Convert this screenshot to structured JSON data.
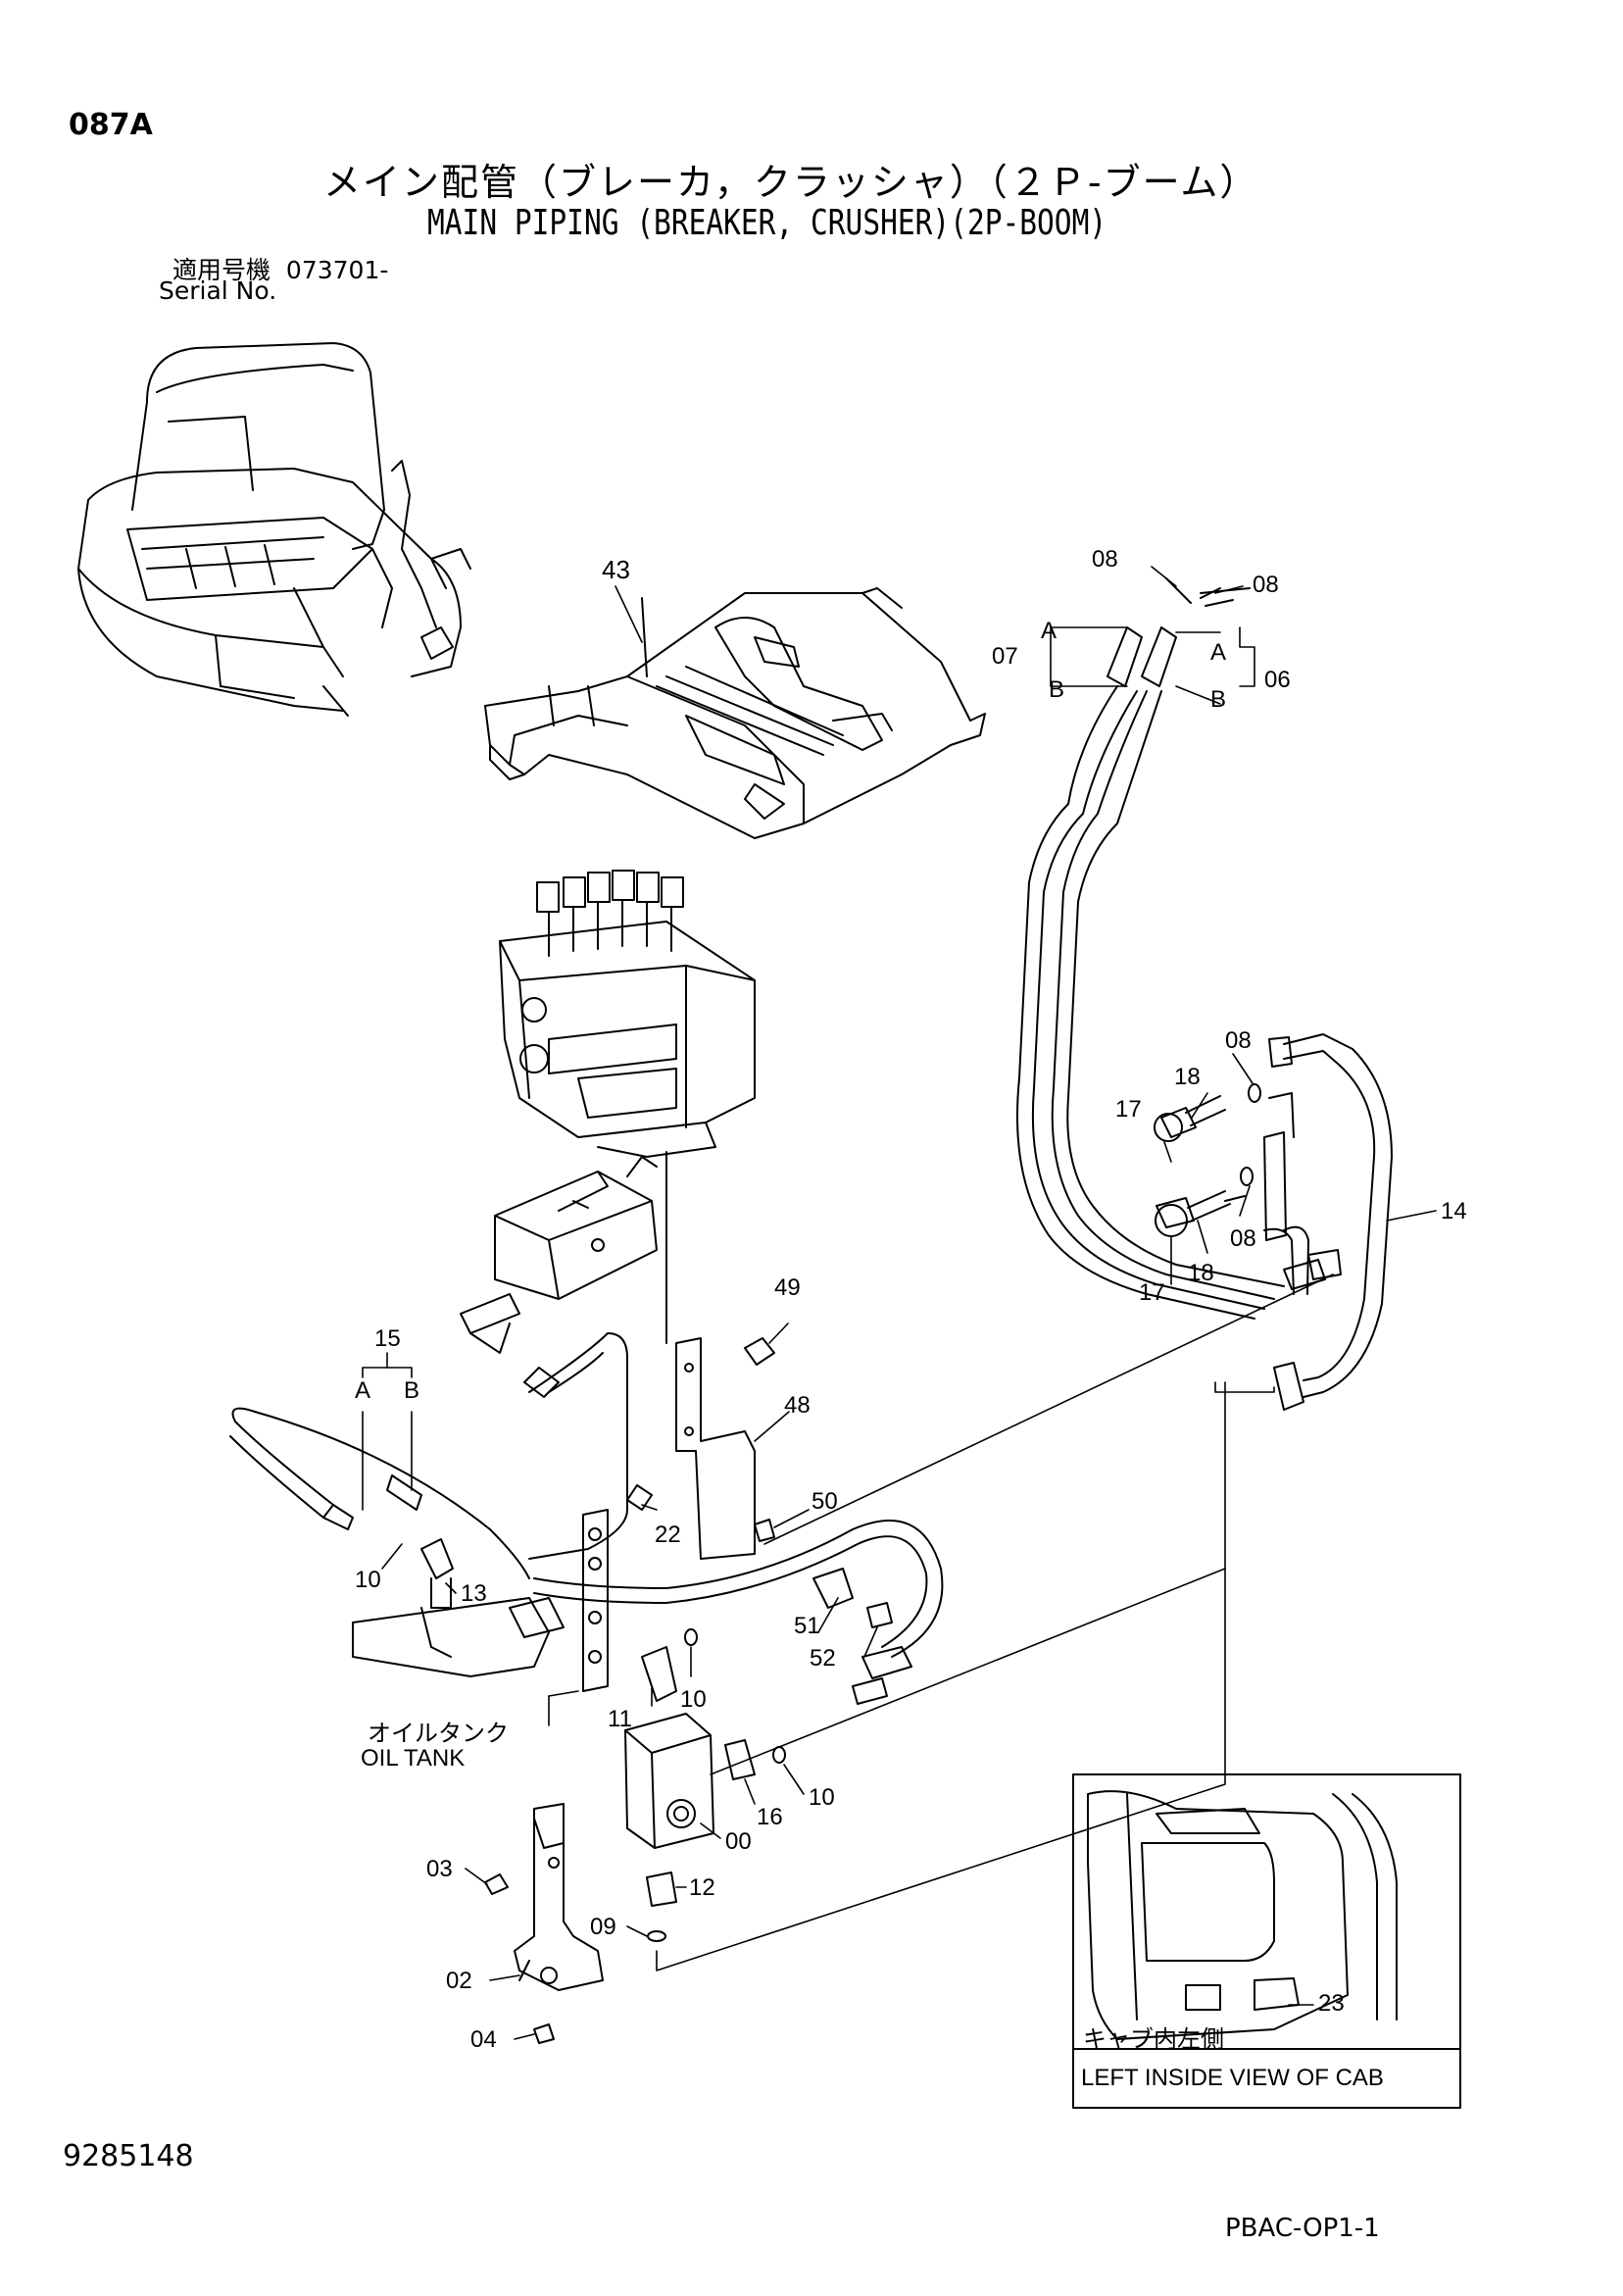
{
  "header": {
    "page_code": "087A",
    "title_jp": "メイン配管（ブレーカ，クラッシャ）（２Ｐ-ブーム）",
    "title_en": "MAIN PIPING (BREAKER, CRUSHER)(2P-BOOM)",
    "serial_jp": "適用号機",
    "serial_value": "073701-",
    "serial_label": "Serial No."
  },
  "footer": {
    "doc_number": "9285148",
    "drawing_code": "PBAC-OP1-1"
  },
  "callouts": {
    "c43": "43",
    "c08a": "08",
    "c08b": "08",
    "c07": "07",
    "c06": "06",
    "a_left": "A",
    "b_left": "B",
    "a_right": "A",
    "b_right": "B",
    "c18a": "18",
    "c08c": "08",
    "c17a": "17",
    "c14": "14",
    "c08d": "08",
    "c18b": "18",
    "c17b": "17",
    "c49": "49",
    "c15": "15",
    "c15a": "A",
    "c15b": "B",
    "c48": "48",
    "c50": "50",
    "c22": "22",
    "c10a": "10",
    "c13": "13",
    "c51": "51",
    "c52": "52",
    "c11": "11",
    "c10b": "10",
    "c16": "16",
    "c10c": "10",
    "c00": "00",
    "c03": "03",
    "c12": "12",
    "c09": "09",
    "c02": "02",
    "c04": "04",
    "c23": "23"
  },
  "oil_tank": {
    "jp": "オイルタンク",
    "en": "OIL TANK"
  },
  "inset": {
    "caption_jp": "キャブ内左側",
    "caption_en": "LEFT INSIDE VIEW OF CAB"
  }
}
